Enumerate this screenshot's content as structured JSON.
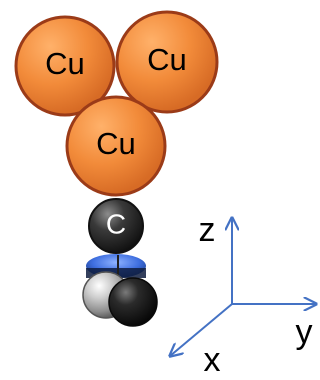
{
  "atoms": {
    "copper_label": "Cu",
    "carbon_label": "C"
  },
  "axes": {
    "x_label": "x",
    "y_label": "y",
    "z_label": "z"
  },
  "colors": {
    "copper_fill": "#f28b3a",
    "copper_stroke": "#9b3b18",
    "carbon_fill": "#1f1f1f",
    "axis_line": "#4472c4"
  }
}
